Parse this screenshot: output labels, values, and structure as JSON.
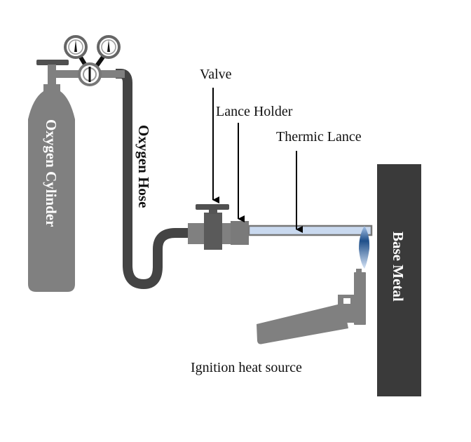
{
  "labels": {
    "cylinder": "Oxygen Cylinder",
    "hose": "Oxygen Hose",
    "valve": "Valve",
    "lance_holder": "Lance Holder",
    "thermic_lance": "Thermic Lance",
    "base_metal": "Base Metal",
    "ignition": "Ignition heat source"
  },
  "colors": {
    "equipment_gray": "#808080",
    "dark_gray": "#454545",
    "base_metal": "#3a3a3a",
    "lance_fill": "#c9d9ef",
    "flame": "#2f5f9e"
  }
}
